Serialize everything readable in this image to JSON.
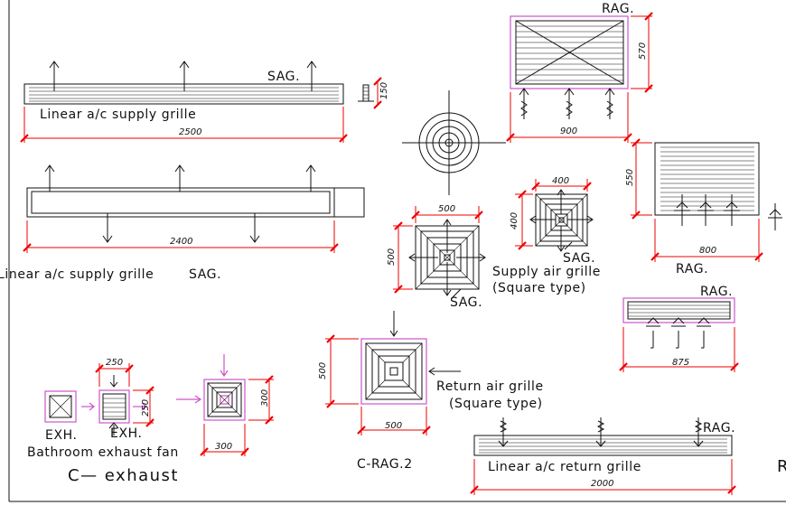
{
  "colors": {
    "linework": "#111111",
    "outline": "#cc55cc",
    "dimension": "#ee0000",
    "background": "#ffffff"
  },
  "labels": {
    "linear_supply_grille_1": "Linear a/c supply grille",
    "sag_top_left": "SAG.",
    "linear_supply_grille_2": "Linear a/c supply grille",
    "sag_mid_left": "SAG.",
    "rag_top": "RAG.",
    "rag_right": "RAG.",
    "rag_small": "RAG.",
    "rag_bottom": "RAG.",
    "sag_square_500": "SAG.",
    "sag_square_400": "SAG.",
    "supply_grille_line1": "Supply air grille",
    "supply_grille_line2": "(Square type)",
    "return_grille_line1": "Return air grille",
    "return_grille_line2": "(Square type)",
    "exh_1": "EXH.",
    "exh_2": "EXH.",
    "bathroom_fan": "Bathroom exhaust fan",
    "c_exhaust": "C— exhaust",
    "c_rag2": "C-RAG.2",
    "linear_return_grille": "Linear a/c return grille",
    "edge_letter": "R"
  },
  "dimensions": {
    "supply_grille_length": "2500",
    "supply_grille_height": "150",
    "supply_grille_2_length": "2400",
    "rag_top_width": "900",
    "rag_top_height": "570",
    "rag_right_width": "800",
    "rag_right_height": "550",
    "rag_small_width": "875",
    "sag500_width": "500",
    "sag500_height": "500",
    "sag400_width": "400",
    "sag400_height": "400",
    "rag500_width": "500",
    "rag500_height": "500",
    "exhaust_width": "250",
    "exhaust_height": "250",
    "c_exhaust_width": "300",
    "c_exhaust_height": "300",
    "linear_return_length": "2000"
  }
}
